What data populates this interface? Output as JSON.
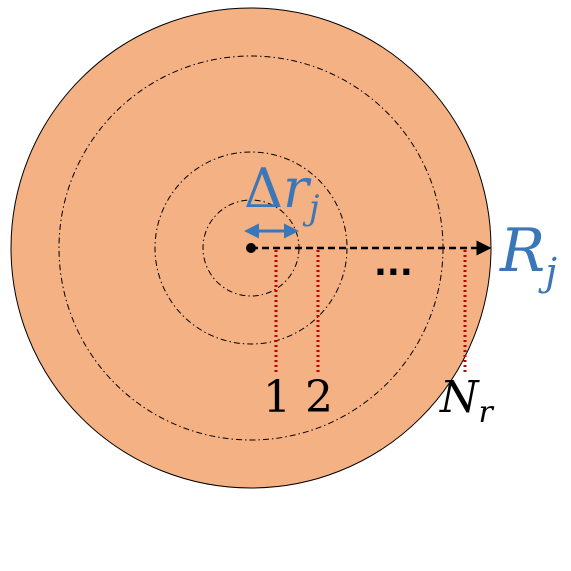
{
  "diagram": {
    "colors": {
      "disc_fill": "#f4b183",
      "disc_stroke": "#000000",
      "accent_blue": "#3977b8",
      "marker_red": "#c00000",
      "text_black": "#000000"
    },
    "labels": {
      "delta_symbol": "Δ",
      "delta_var": "r",
      "delta_sub": "j",
      "radius_var": "R",
      "radius_sub": "j",
      "ring_1": "1",
      "ring_2": "2",
      "ring_n_var": "N",
      "ring_n_sub": "r",
      "ellipsis": "..."
    }
  }
}
